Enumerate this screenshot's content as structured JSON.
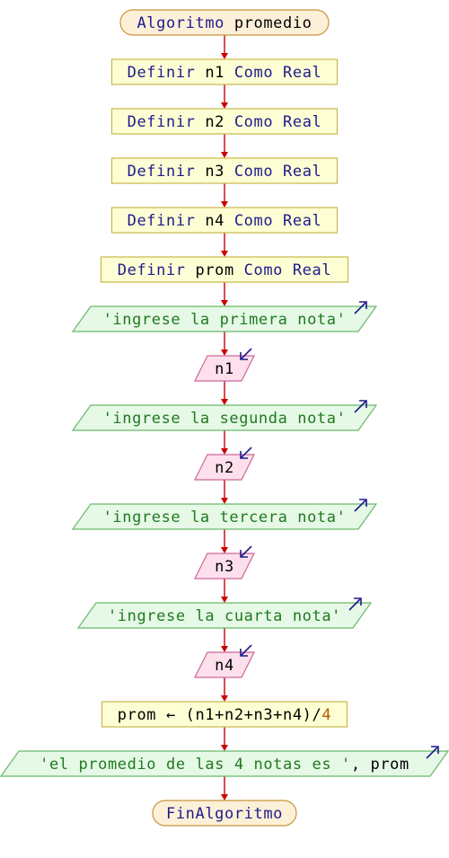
{
  "colors": {
    "arrow": "#cc0000",
    "terminal_fill": "#fdf0d8",
    "terminal_stroke": "#c8953c",
    "process_fill": "#fefed4",
    "process_stroke": "#c8b84a",
    "output_fill": "#e6f8e6",
    "output_stroke": "#6ab86a",
    "input_fill": "#fde0ec",
    "input_stroke": "#cc6699",
    "io_arrow": "#1e1b8c"
  },
  "nodes": [
    {
      "shape": "terminal",
      "parts": [
        {
          "t": "Algoritmo",
          "c": "kw"
        },
        {
          "t": " ",
          "c": "id"
        },
        {
          "t": "promedio",
          "c": "id"
        }
      ]
    },
    {
      "shape": "process",
      "parts": [
        {
          "t": "Definir",
          "c": "kw"
        },
        {
          "t": " n1 ",
          "c": "id"
        },
        {
          "t": "Como Real",
          "c": "kw"
        }
      ]
    },
    {
      "shape": "process",
      "parts": [
        {
          "t": "Definir",
          "c": "kw"
        },
        {
          "t": " n2 ",
          "c": "id"
        },
        {
          "t": "Como Real",
          "c": "kw"
        }
      ]
    },
    {
      "shape": "process",
      "parts": [
        {
          "t": "Definir",
          "c": "kw"
        },
        {
          "t": " n3 ",
          "c": "id"
        },
        {
          "t": "Como Real",
          "c": "kw"
        }
      ]
    },
    {
      "shape": "process",
      "parts": [
        {
          "t": "Definir",
          "c": "kw"
        },
        {
          "t": " n4 ",
          "c": "id"
        },
        {
          "t": "Como Real",
          "c": "kw"
        }
      ]
    },
    {
      "shape": "process",
      "parts": [
        {
          "t": "Definir",
          "c": "kw"
        },
        {
          "t": " prom ",
          "c": "id"
        },
        {
          "t": "Como Real",
          "c": "kw"
        }
      ]
    },
    {
      "shape": "output",
      "parts": [
        {
          "t": "'ingrese la primera nota'",
          "c": "str"
        }
      ]
    },
    {
      "shape": "input",
      "parts": [
        {
          "t": "n1",
          "c": "id"
        }
      ]
    },
    {
      "shape": "output",
      "parts": [
        {
          "t": "'ingrese la segunda nota'",
          "c": "str"
        }
      ]
    },
    {
      "shape": "input",
      "parts": [
        {
          "t": "n2",
          "c": "id"
        }
      ]
    },
    {
      "shape": "output",
      "parts": [
        {
          "t": "'ingrese la tercera nota'",
          "c": "str"
        }
      ]
    },
    {
      "shape": "input",
      "parts": [
        {
          "t": "n3",
          "c": "id"
        }
      ]
    },
    {
      "shape": "output",
      "parts": [
        {
          "t": "'ingrese la cuarta nota'",
          "c": "str"
        }
      ]
    },
    {
      "shape": "input",
      "parts": [
        {
          "t": "n4",
          "c": "id"
        }
      ]
    },
    {
      "shape": "process",
      "parts": [
        {
          "t": "prom ← (n1+n2+n3+n4)/",
          "c": "id"
        },
        {
          "t": "4",
          "c": "num"
        }
      ]
    },
    {
      "shape": "output",
      "parts": [
        {
          "t": "'el promedio de las 4 notas es '",
          "c": "str"
        },
        {
          "t": ", prom",
          "c": "id"
        }
      ]
    },
    {
      "shape": "terminal",
      "parts": [
        {
          "t": "FinAlgoritmo",
          "c": "kw"
        }
      ]
    }
  ]
}
